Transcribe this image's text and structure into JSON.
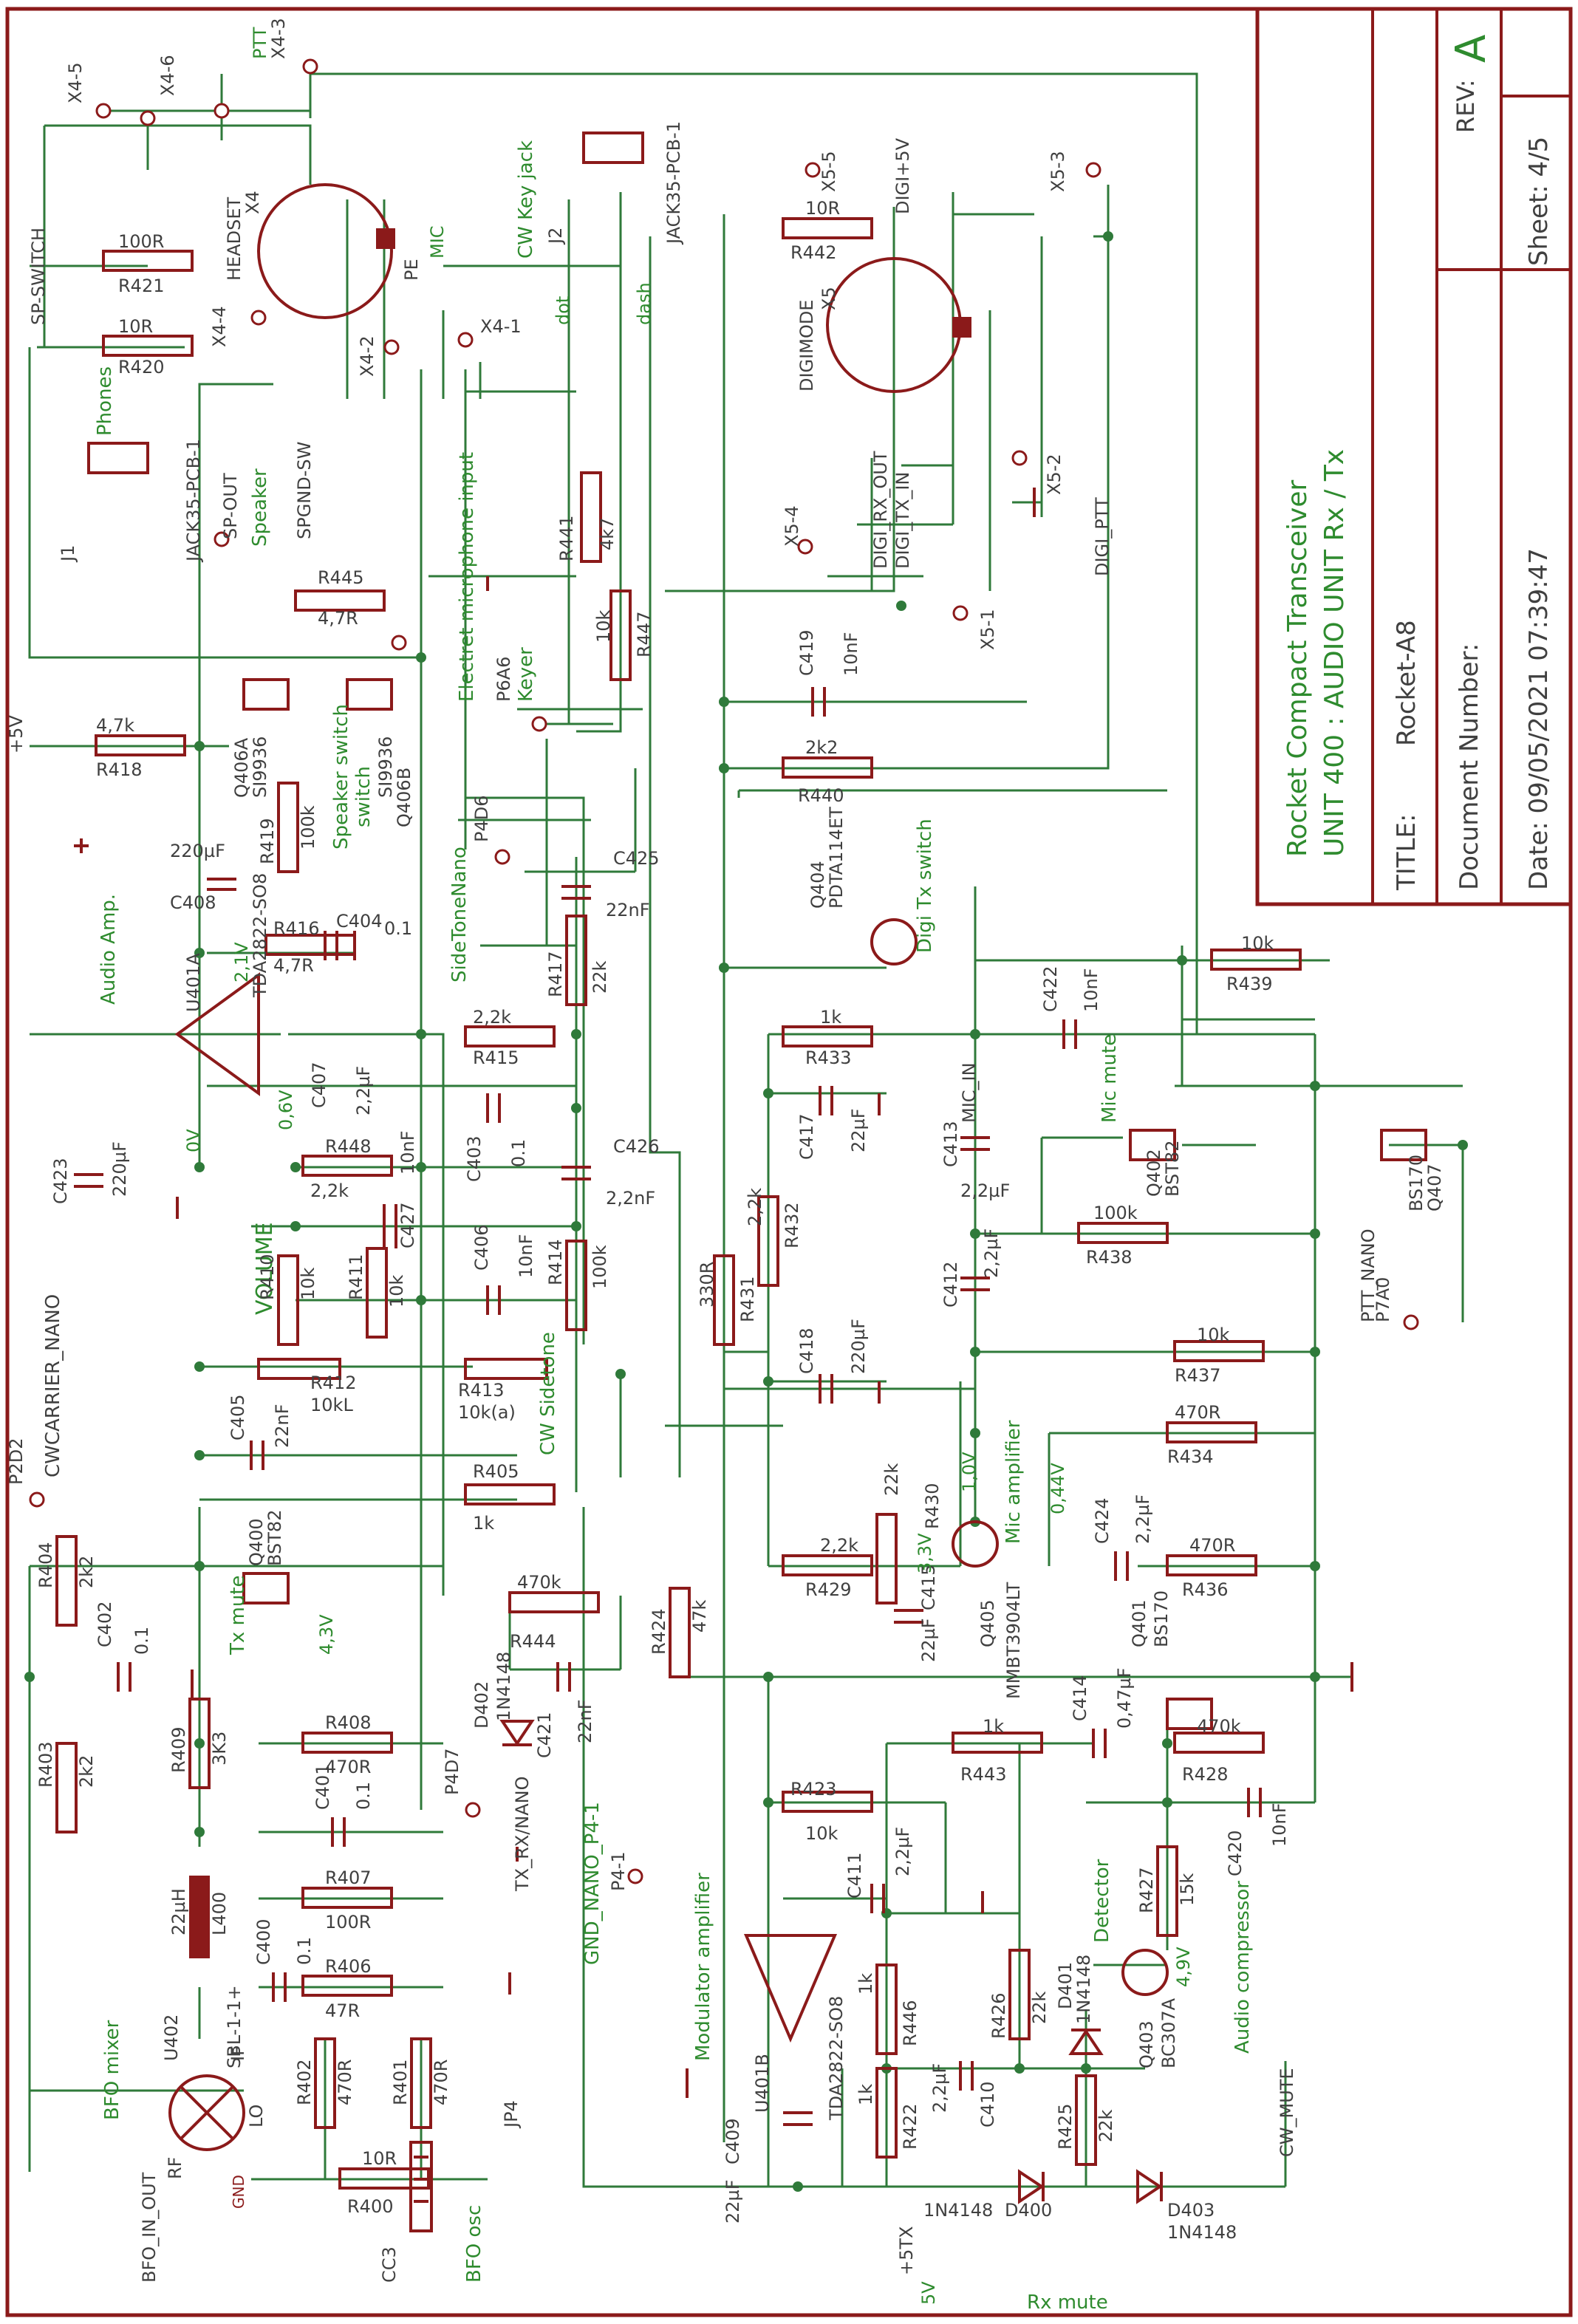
{
  "title_block": {
    "project": "Rocket Compact Transceiver",
    "unit": "UNIT 400 : AUDIO UNIT Rx / Tx",
    "title_label": "TITLE:",
    "title_value": "Rocket-A8",
    "document_number": "Document Number:",
    "rev_label": "REV:",
    "rev_value": "A",
    "date": "Date: 09/05/2021 07:39:47",
    "sheet": "Sheet: 4/5"
  },
  "section_labels": [
    "BFO mixer",
    "BFO osc",
    "Tx mute",
    "Audio Amp.",
    "Speaker switch",
    "Phones",
    "Speaker",
    "CW Key jack",
    "Electret microphone input",
    "Keyer",
    "SideToneNano",
    "VOLUME",
    "CW Sidetone",
    "Modulator amplifier",
    "Mic amplifier",
    "Mic mute",
    "Digi Tx switch",
    "Detector",
    "Audio compressor",
    "Rx mute",
    "GND_NANO_P4-1",
    "CWCARRIER_NANO"
  ],
  "connectors": [
    "X4-5",
    "X4-6",
    "PTT",
    "X4-3",
    "X4-4",
    "X4-2",
    "X4-1",
    "X5-5",
    "X5-3",
    "X5-2",
    "X5-4",
    "X5-1",
    "P6A6",
    "P4D6",
    "P4D7",
    "P2D2",
    "P7A0",
    "P4-1"
  ],
  "components": [
    {
      "ref": "R421",
      "value": "100R"
    },
    {
      "ref": "R420",
      "value": "10R"
    },
    {
      "ref": "R445",
      "value": "4,7R"
    },
    {
      "ref": "R418",
      "value": "4,7k"
    },
    {
      "ref": "R419",
      "value": "100k"
    },
    {
      "ref": "C408",
      "value": "220µF"
    },
    {
      "ref": "R416",
      "value": "4,7R"
    },
    {
      "ref": "C404",
      "value": "0.1"
    },
    {
      "ref": "R415",
      "value": "2,2k"
    },
    {
      "ref": "R417",
      "value": "22k"
    },
    {
      "ref": "C425",
      "value": "22nF"
    },
    {
      "ref": "C407",
      "value": "2,2µF"
    },
    {
      "ref": "R448",
      "value": "2,2k"
    },
    {
      "ref": "C403",
      "value": "0.1"
    },
    {
      "ref": "C426",
      "value": "2,2nF"
    },
    {
      "ref": "C427",
      "value": "10nF"
    },
    {
      "ref": "C406",
      "value": "10nF"
    },
    {
      "ref": "R414",
      "value": "100k"
    },
    {
      "ref": "R410",
      "value": "10k"
    },
    {
      "ref": "R411",
      "value": "10k"
    },
    {
      "ref": "R412",
      "value": "10kL"
    },
    {
      "ref": "R413",
      "value": "10k(a)"
    },
    {
      "ref": "C405",
      "value": "22nF"
    },
    {
      "ref": "R405",
      "value": "1k"
    },
    {
      "ref": "C423",
      "value": "220µF"
    },
    {
      "ref": "R404",
      "value": "2k2"
    },
    {
      "ref": "C402",
      "value": "0.1"
    },
    {
      "ref": "R403",
      "value": "2k2"
    },
    {
      "ref": "R409",
      "value": "3K3"
    },
    {
      "ref": "L400",
      "value": "22µH"
    },
    {
      "ref": "C400",
      "value": "0.1"
    },
    {
      "ref": "R408",
      "value": "470R"
    },
    {
      "ref": "C401",
      "value": "0.1"
    },
    {
      "ref": "R407",
      "value": "100R"
    },
    {
      "ref": "R406",
      "value": "47R"
    },
    {
      "ref": "R402",
      "value": "470R"
    },
    {
      "ref": "R401",
      "value": "470R"
    },
    {
      "ref": "R400",
      "value": "10R"
    },
    {
      "ref": "R444",
      "value": "470k"
    },
    {
      "ref": "C421",
      "value": "22nF"
    },
    {
      "ref": "D402",
      "value": "1N4148"
    },
    {
      "ref": "R441",
      "value": "4k7"
    },
    {
      "ref": "R447",
      "value": "10k"
    },
    {
      "ref": "R442",
      "value": "10R"
    },
    {
      "ref": "C419",
      "value": "10nF"
    },
    {
      "ref": "R440",
      "value": "2k2"
    },
    {
      "ref": "Q404",
      "value": "PDTA114ET"
    },
    {
      "ref": "R439",
      "value": "10k"
    },
    {
      "ref": "R433",
      "value": "1k"
    },
    {
      "ref": "C422",
      "value": "10nF"
    },
    {
      "ref": "C417",
      "value": "22µF"
    },
    {
      "ref": "C413",
      "value": "2,2µF"
    },
    {
      "ref": "R432",
      "value": "2,2k"
    },
    {
      "ref": "R431",
      "value": "330R"
    },
    {
      "ref": "Q402",
      "value": "BST82"
    },
    {
      "ref": "Q407",
      "value": "BS170"
    },
    {
      "ref": "R438",
      "value": "100k"
    },
    {
      "ref": "C412",
      "value": "2,2µF"
    },
    {
      "ref": "C418",
      "value": "220µF"
    },
    {
      "ref": "R437",
      "value": "10k"
    },
    {
      "ref": "R430",
      "value": "22k"
    },
    {
      "ref": "R434",
      "value": "470R"
    },
    {
      "ref": "C424",
      "value": "2,2µF"
    },
    {
      "ref": "R429",
      "value": "2,2k"
    },
    {
      "ref": "Q405",
      "value": "MMBT3904LT"
    },
    {
      "ref": "C415",
      "value": "22µF"
    },
    {
      "ref": "R436",
      "value": "470R"
    },
    {
      "ref": "R424",
      "value": "47k"
    },
    {
      "ref": "Q401",
      "value": "BS170"
    },
    {
      "ref": "R443",
      "value": "1k"
    },
    {
      "ref": "C414",
      "value": "0,47µF"
    },
    {
      "ref": "R428",
      "value": "470k"
    },
    {
      "ref": "R423",
      "value": "10k"
    },
    {
      "ref": "C411",
      "value": "2,2µF"
    },
    {
      "ref": "C420",
      "value": "10nF"
    },
    {
      "ref": "R427",
      "value": "15k"
    },
    {
      "ref": "U401B",
      "value": "TDA2822-SO8"
    },
    {
      "ref": "R446",
      "value": "1k"
    },
    {
      "ref": "R426",
      "value": "22k"
    },
    {
      "ref": "D401",
      "value": "1N4148"
    },
    {
      "ref": "Q403",
      "value": "BC307A"
    },
    {
      "ref": "C409",
      "value": "22µF"
    },
    {
      "ref": "R422",
      "value": "1k"
    },
    {
      "ref": "C410",
      "value": "2,2µF"
    },
    {
      "ref": "R425",
      "value": "22k"
    },
    {
      "ref": "D400",
      "value": "1N4148"
    },
    {
      "ref": "D403",
      "value": "1N4148"
    },
    {
      "ref": "U401A",
      "value": "TDA2822-SO8"
    },
    {
      "ref": "Q406A",
      "value": "SI9936"
    },
    {
      "ref": "Q406B",
      "value": "SI9936"
    },
    {
      "ref": "Q400",
      "value": "BST82"
    },
    {
      "ref": "U402",
      "value": "SBL-1-1+"
    },
    {
      "ref": "X4",
      "value": "HEADSET"
    },
    {
      "ref": "X5",
      "value": "DIGIMODE"
    },
    {
      "ref": "J1",
      "value": "JACK35-PCB-1"
    },
    {
      "ref": "J2",
      "value": "JACK35-PCB-1"
    },
    {
      "ref": "CC3",
      "value": ""
    },
    {
      "ref": "JP4",
      "value": ""
    }
  ],
  "net_labels": [
    "SP-SWITCH",
    "+5V",
    "SP-OUT",
    "SPGND-SW",
    "MIC",
    "PE",
    "dot",
    "dash",
    "DIGI+5V",
    "DIGI_RX_OUT",
    "DIGI_TX_IN",
    "DIGI_PTT",
    "MIC_IN",
    "PTT_NANO",
    "TX_RX/NANO",
    "+5TX",
    "CW_MUTE",
    "BFO_IN_OUT",
    "RF",
    "LO",
    "IF",
    "GND",
    "0V",
    "5V",
    "2,1V",
    "0,6V",
    "4,3V",
    "1,0V",
    "3,3V",
    "0,44V",
    "4,9V"
  ]
}
